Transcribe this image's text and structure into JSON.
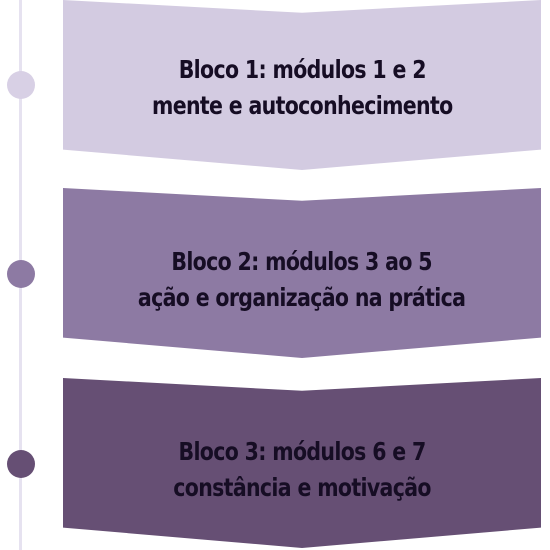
{
  "colors": {
    "timeline_line": "#e6e2f0",
    "block1_bg": "#d3cbe1",
    "block2_bg": "#8d7aa3",
    "block3_bg": "#664f74",
    "dot1": "#d8d0e5",
    "dot2": "#8d7aa3",
    "dot3": "#664f74",
    "text_dark": "#160d24"
  },
  "blocks": [
    {
      "title": "Bloco 1: módulos 1 e 2",
      "subtitle": "mente e autoconhecimento"
    },
    {
      "title": "Bloco 2: módulos 3 ao 5",
      "subtitle": "ação e organização na prática"
    },
    {
      "title": "Bloco 3: módulos 6 e 7",
      "subtitle": "constância e motivação"
    }
  ]
}
